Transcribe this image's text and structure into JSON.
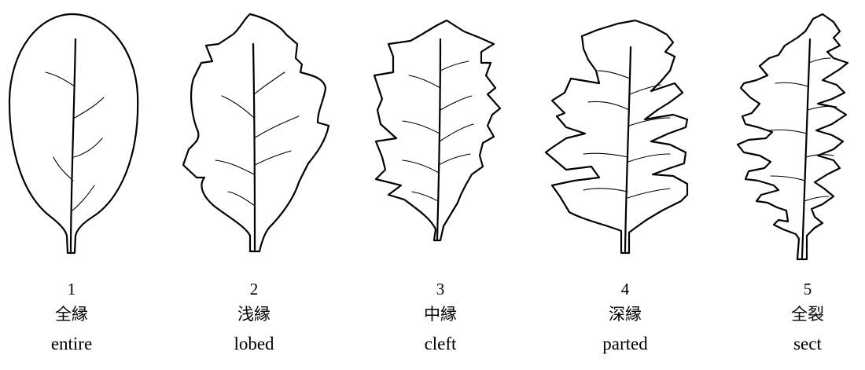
{
  "leaves": [
    {
      "number": "1",
      "zh": "全縁",
      "en": "entire"
    },
    {
      "number": "2",
      "zh": "浅縁",
      "en": "lobed"
    },
    {
      "number": "3",
      "zh": "中縁",
      "en": "cleft"
    },
    {
      "number": "4",
      "zh": "深縁",
      "en": "parted"
    },
    {
      "number": "5",
      "zh": "全裂",
      "en": "sect"
    }
  ],
  "colors": {
    "line": "#000000",
    "background": "#ffffff"
  }
}
